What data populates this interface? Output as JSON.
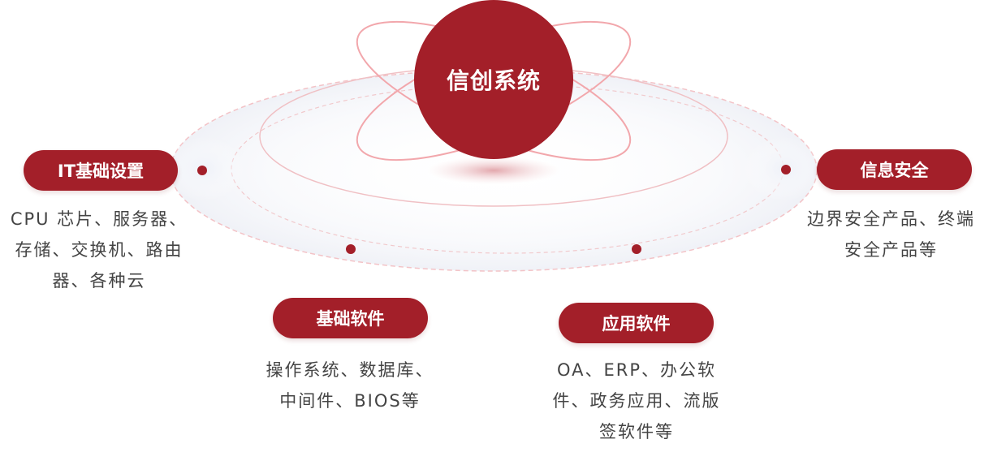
{
  "center": {
    "label": "信创系统"
  },
  "categories": [
    {
      "id": "it-infrastructure",
      "label": "IT基础设置",
      "desc": [
        "CPU 芯片、服务器、",
        "存储、交换机、路由",
        "器、各种云"
      ]
    },
    {
      "id": "basic-software",
      "label": "基础软件",
      "desc": [
        "操作系统、数据库、",
        "中间件、BIOS等"
      ]
    },
    {
      "id": "application-software",
      "label": "应用软件",
      "desc": [
        "OA、ERP、办公软",
        "件、政务应用、流版",
        "签软件等"
      ]
    },
    {
      "id": "information-security",
      "label": "信息安全",
      "desc": [
        "边界安全产品、终端",
        "安全产品等"
      ]
    }
  ],
  "colors": {
    "accent": "#a31f29",
    "orbit": "#f2a7ac",
    "ring": "#f1c9cc",
    "text": "#444444"
  }
}
